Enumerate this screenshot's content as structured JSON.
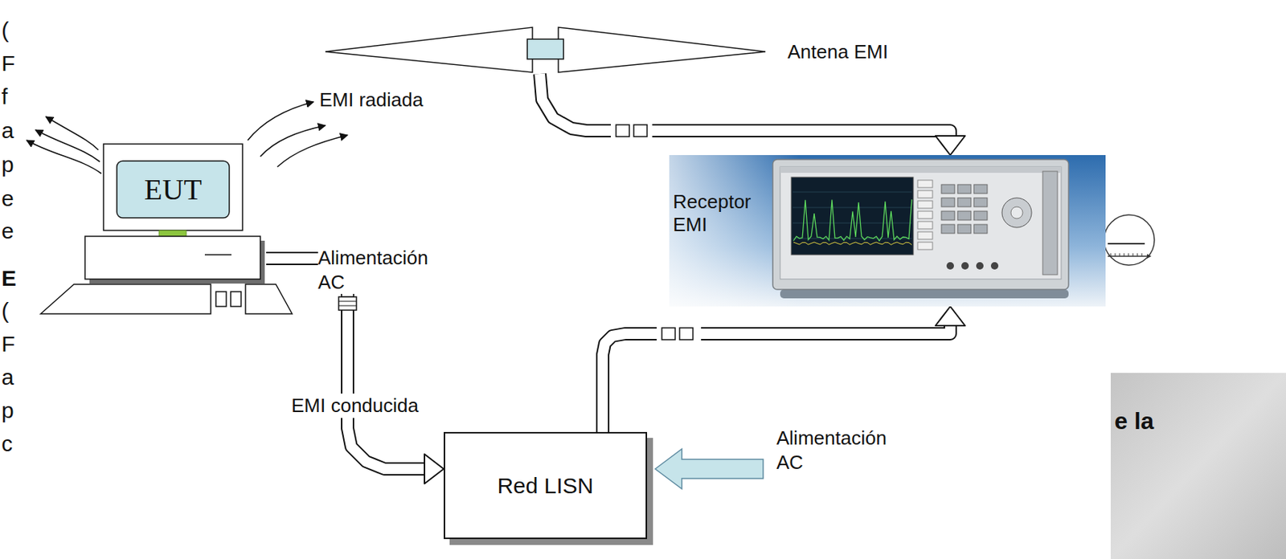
{
  "diagram": {
    "nodes": [
      {
        "text": [
          "Antena EMI"
        ]
      },
      {
        "text": [
          "EUT"
        ]
      },
      {
        "text": [
          "Receptor EMI"
        ]
      },
      {
        "text": [
          "Red LISN"
        ]
      }
    ],
    "edges": [
      {
        "from": 0,
        "to": 2,
        "arrow": "to"
      },
      {
        "from": 3,
        "to": 2,
        "arrow": "to"
      },
      {
        "from": 1,
        "to": 3,
        "arrow": "to",
        "label": "EMI conducida"
      }
    ],
    "labels": [
      "(",
      "F",
      "f",
      "a",
      "p",
      "e",
      "e",
      "E",
      "(",
      "F",
      "a",
      "p",
      "c",
      "EMI radiada",
      "Alimentación AC",
      "Alimentación AC",
      "e la"
    ]
  }
}
